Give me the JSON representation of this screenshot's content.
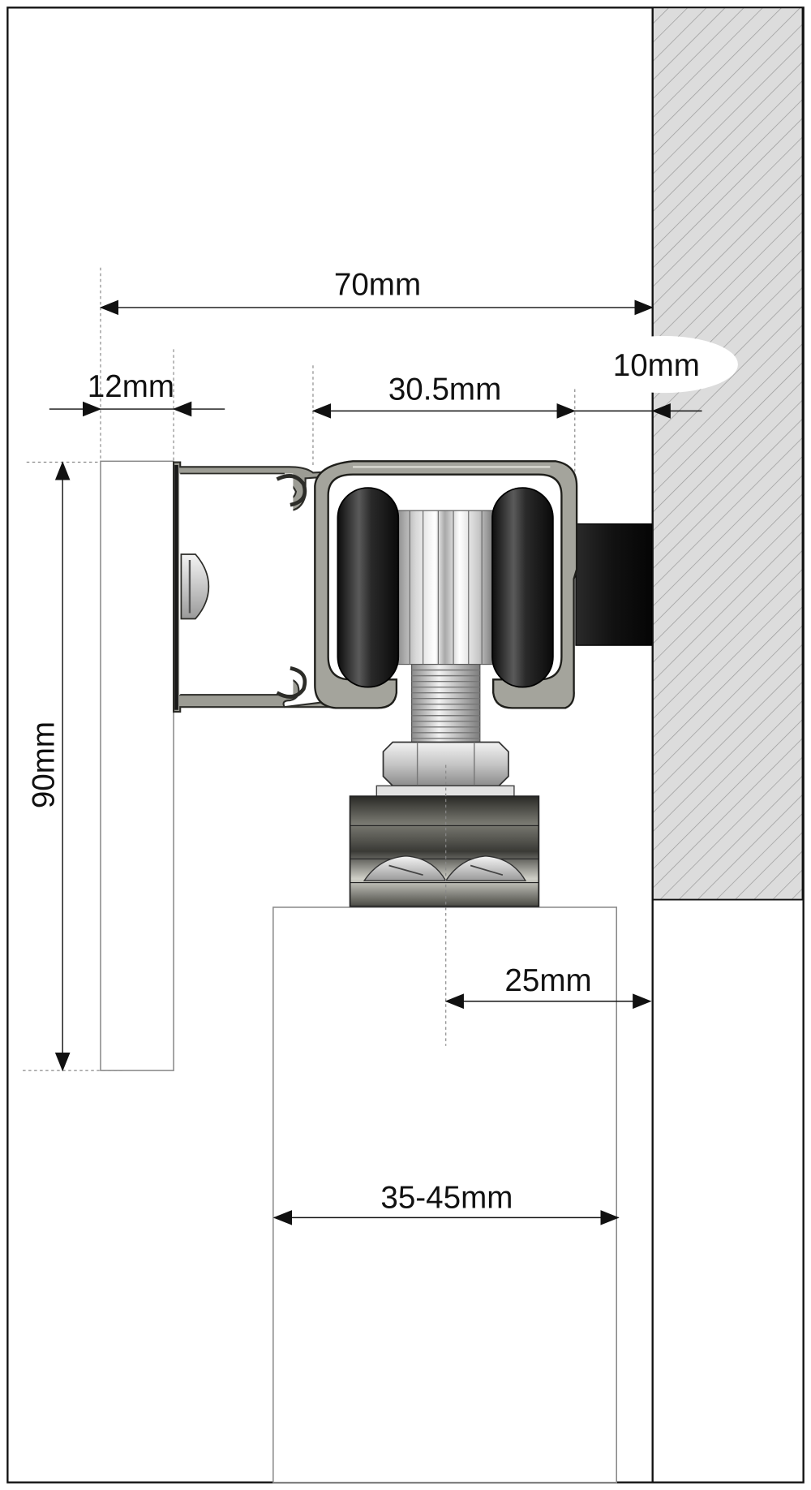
{
  "dimensions": {
    "overall_depth": "70mm",
    "wall_gap": "10mm",
    "cover_thickness": "12mm",
    "track_width": "30.5mm",
    "profile_height": "90mm",
    "door_center_to_wall": "25mm",
    "door_thickness": "35-45mm"
  },
  "colors": {
    "line": "#111111",
    "guide_line": "#888888",
    "wall_fill": "#dcdcdc",
    "wall_hatch": "#9a9a9a",
    "aluminium_light": "#e6e6e6",
    "aluminium_dark": "#6e6e66",
    "wheel_dark": "#1e1e1e",
    "bracket_black": "#151515"
  },
  "icons": [
    "arrowhead-marker",
    "hex-nut",
    "phillips-screw"
  ]
}
